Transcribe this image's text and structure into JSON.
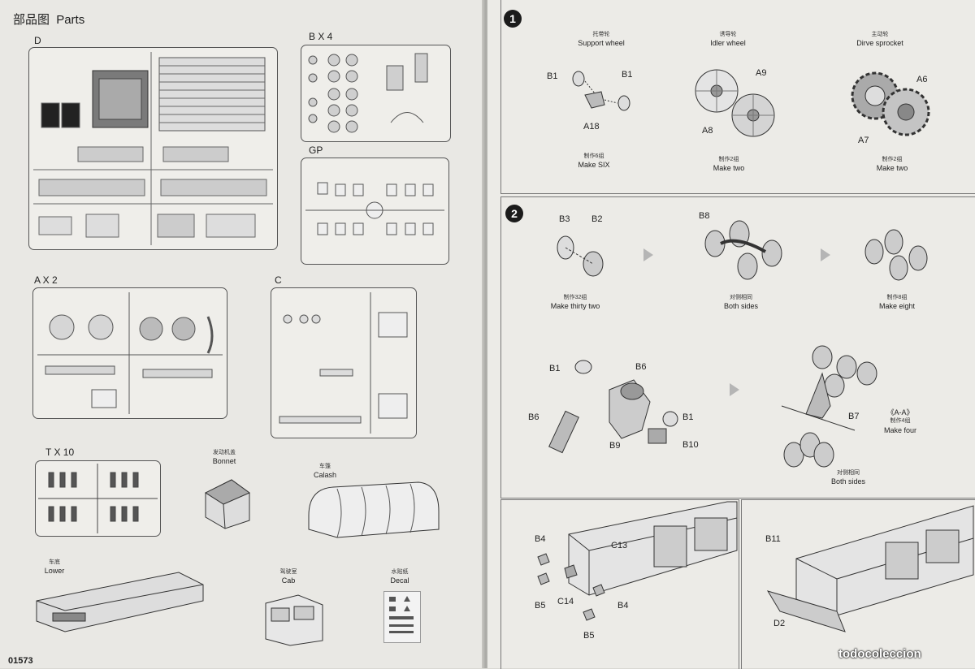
{
  "left": {
    "header_cn": "部品图",
    "header_en": "Parts",
    "sprue_labels": {
      "d": "D",
      "b": "B X 4",
      "gp": "GP",
      "a": "A X 2",
      "c": "C",
      "t": "T X 10"
    },
    "parts": {
      "bonnet": {
        "cn": "发动机盖",
        "en": "Bonnet"
      },
      "calash": {
        "cn": "车篷",
        "en": "Calash"
      },
      "lower": {
        "cn": "车底",
        "en": "Lower"
      },
      "cab": {
        "cn": "驾驶室",
        "en": "Cab"
      },
      "decal": {
        "cn": "水贴纸",
        "en": "Decal"
      }
    },
    "page_code": "01573"
  },
  "right": {
    "step1": {
      "number": "1",
      "support": {
        "cn": "托带轮",
        "en": "Support wheel",
        "make_cn": "制作6组",
        "make_en": "Make SIX",
        "codes": [
          "B1",
          "B1",
          "A18"
        ]
      },
      "idler": {
        "cn": "诱导轮",
        "en": "Idler wheel",
        "make_cn": "制作2组",
        "make_en": "Make two",
        "codes": [
          "A9",
          "A8"
        ]
      },
      "sprocket": {
        "cn": "主动轮",
        "en": "Dirve sprocket",
        "make_cn": "制作2组",
        "make_en": "Make two",
        "codes": [
          "A6",
          "A7"
        ]
      }
    },
    "step2": {
      "number": "2",
      "a": {
        "codes": [
          "B3",
          "B2"
        ],
        "make_cn": "制作32组",
        "make_en": "Make thirty two"
      },
      "b": {
        "codes": [
          "B8"
        ],
        "cn": "对侧相同",
        "en": "Both sides"
      },
      "c": {
        "make_cn": "制作8组",
        "make_en": "Make eight"
      },
      "d": {
        "codes": [
          "B1",
          "B6",
          "B6",
          "B1",
          "B9",
          "B10"
        ]
      },
      "e": {
        "codes": [
          "B7"
        ],
        "section": "《A-A》",
        "make_cn": "制作4组",
        "make_en": "Make four",
        "cn": "对侧相同",
        "en": "Both sides"
      }
    },
    "step3": {
      "left_codes": [
        "B4",
        "C13",
        "B5",
        "C14",
        "B4",
        "B5"
      ],
      "right_codes": [
        "B11",
        "D2"
      ]
    }
  },
  "watermark": "todocoleccion"
}
